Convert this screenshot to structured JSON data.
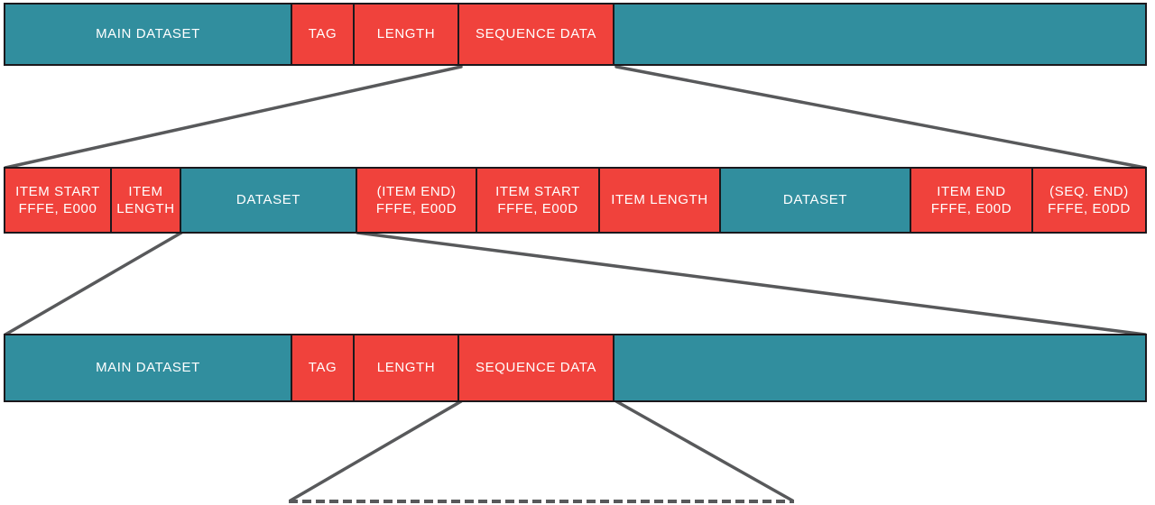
{
  "colors": {
    "teal": "#318E9E",
    "red": "#F0423C",
    "border": "#1B181C",
    "line": "#58595B",
    "text": "#FFFFFF",
    "background": "#FFFFFF"
  },
  "rows": [
    {
      "name": "top-main-dataset-bar",
      "segments": [
        {
          "label": "MAIN DATASET"
        },
        {
          "label": "TAG"
        },
        {
          "label": "LENGTH"
        },
        {
          "label": "SEQUENCE DATA"
        },
        {
          "label": ""
        }
      ]
    },
    {
      "name": "sequence-items-bar",
      "segments": [
        {
          "label": "ITEM START\nFFFE, E000"
        },
        {
          "label": "ITEM\nLENGTH"
        },
        {
          "label": "DATASET"
        },
        {
          "label": "(ITEM END)\nFFFE, E00D"
        },
        {
          "label": "ITEM START\nFFFE, E00D"
        },
        {
          "label": "ITEM LENGTH"
        },
        {
          "label": "DATASET"
        },
        {
          "label": "ITEM END\nFFFE, E00D"
        },
        {
          "label": "(SEQ. END)\nFFFE, E0DD"
        }
      ]
    },
    {
      "name": "nested-main-dataset-bar",
      "segments": [
        {
          "label": "MAIN DATASET"
        },
        {
          "label": "TAG"
        },
        {
          "label": "LENGTH"
        },
        {
          "label": "SEQUENCE DATA"
        },
        {
          "label": ""
        }
      ]
    }
  ]
}
